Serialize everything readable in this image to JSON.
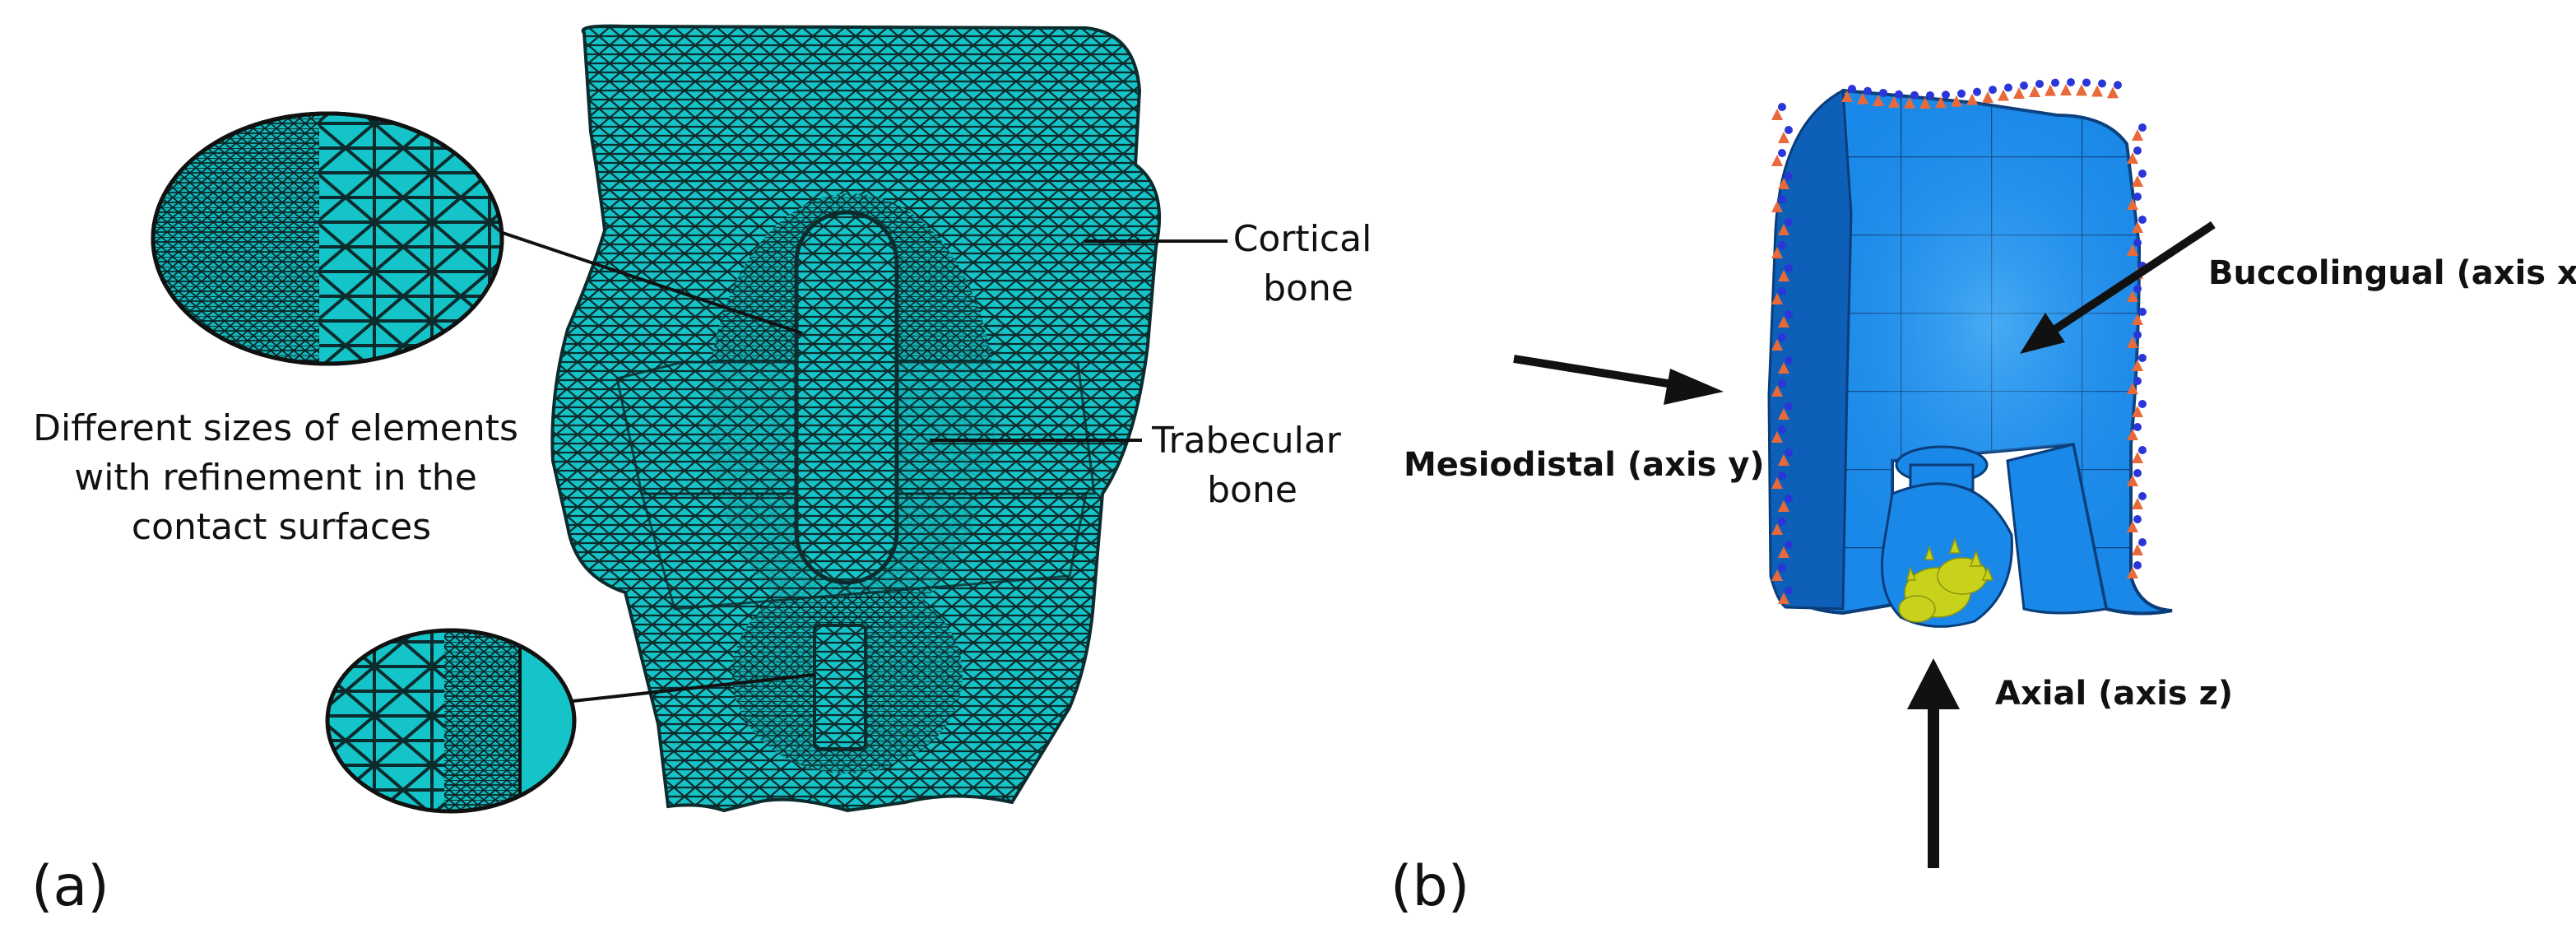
{
  "panels": [
    {
      "letter": "(a)",
      "labels": {
        "cortical": [
          "Cortical",
          "bone"
        ],
        "trabecular": [
          "Trabecular",
          "bone"
        ],
        "elements": [
          "Different sizes of elements",
          "with refinement in the",
          "contact surfaces"
        ]
      }
    },
    {
      "letter": "(b)",
      "labels": {
        "buccolingual": "Buccolingual (axis x)",
        "mesiodistal": "Mesiodistal (axis y)",
        "axial": "Axial (axis z)"
      }
    }
  ],
  "colors": {
    "mesh": "#14c4c8",
    "mesh_line": "#0b2b2c",
    "crown": "#1a88e8",
    "crown_dark": "#0d5fb8",
    "constraint": "#e86a3a",
    "constraint_dot": "#2a36d8",
    "load": "#c8d21a",
    "arrow": "#111111"
  }
}
